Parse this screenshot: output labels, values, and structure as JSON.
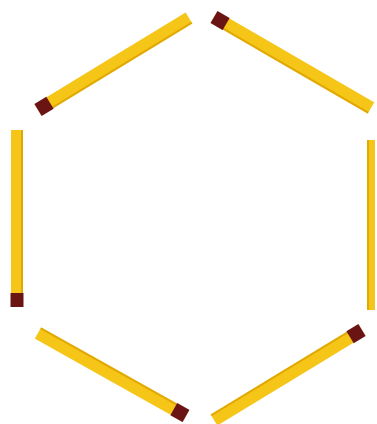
{
  "scene": {
    "shape": "hexagon",
    "matchstick_count": 6,
    "colors": {
      "background": "#ffffff",
      "stick": "#f5c518",
      "stick_edge": "#e0a800",
      "head": "#6b1414"
    },
    "matchsticks": [
      {
        "id": "top-left"
      },
      {
        "id": "top-right"
      },
      {
        "id": "left"
      },
      {
        "id": "right"
      },
      {
        "id": "bottom-left"
      },
      {
        "id": "bottom-right"
      }
    ]
  }
}
